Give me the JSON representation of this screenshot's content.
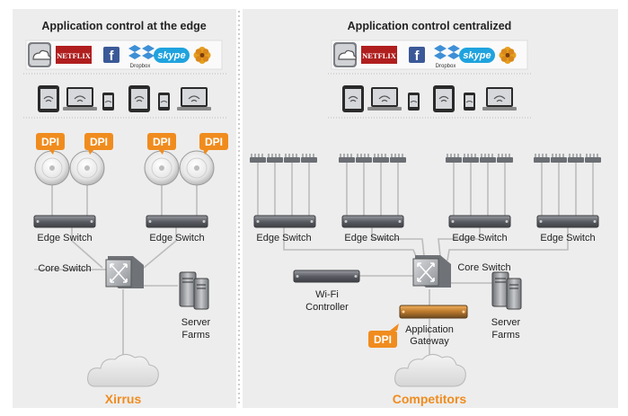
{
  "left": {
    "heading": "Application control at the edge",
    "dpi_label": "DPI",
    "edge_switch_label": "Edge Switch",
    "core_switch_label": "Core Switch",
    "server_label_1": "Server",
    "server_label_2": "Farms",
    "footer": "Xirrus"
  },
  "right": {
    "heading": "Application control centralized",
    "edge_switch_label": "Edge Switch",
    "core_switch_label": "Core Switch",
    "wifi_label_1": "Wi-Fi",
    "wifi_label_2": "Controller",
    "gateway_label_1": "Application",
    "gateway_label_2": "Gateway",
    "dpi_label": "DPI",
    "server_label_1": "Server",
    "server_label_2": "Farms",
    "footer": "Competitors"
  },
  "apps": {
    "netflix": "NETFLIX",
    "facebook": "f",
    "dropbox": "Dropbox",
    "skype": "skype"
  },
  "colors": {
    "panel_bg": "#ededed",
    "accent_orange": "#f08c1e",
    "line_gray": "#bcbcbc",
    "switch_dark": "#5a5d63"
  }
}
